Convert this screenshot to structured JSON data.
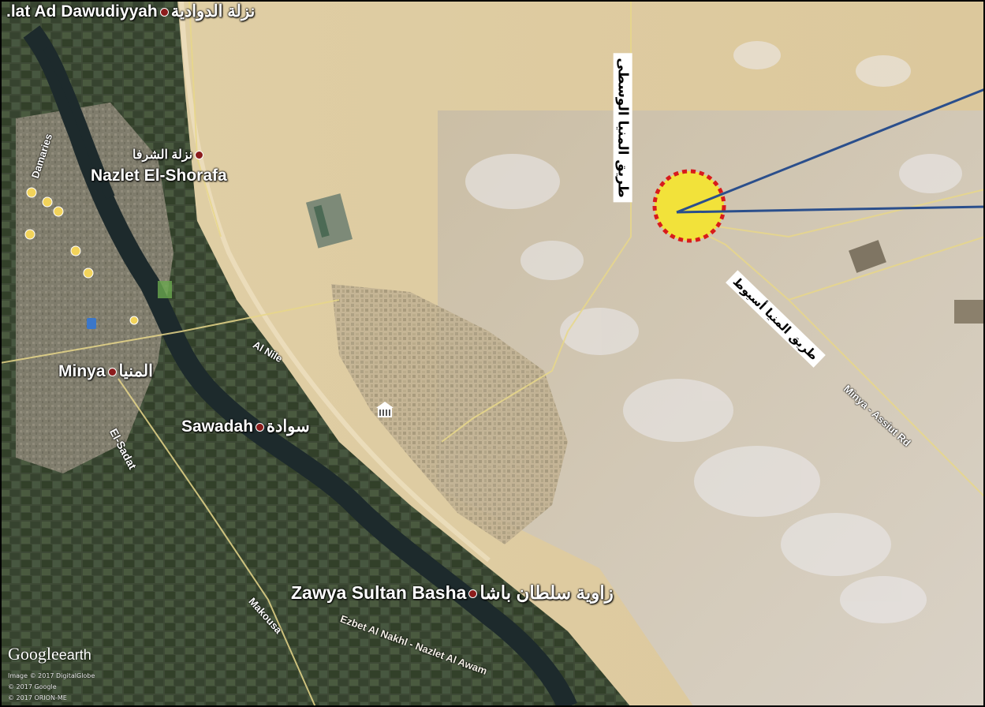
{
  "map": {
    "labels": {
      "dawudiyyah": ".lat Ad Dawudiyyah",
      "dawudiyyah_ar": "نزلة الدوادية",
      "nazlet_shorafa": "Nazlet El-Shorafa",
      "nazlet_shorafa_ar": "نزلة الشرفا",
      "minya": "Minya",
      "minya_ar": "المنيا",
      "sawadah": "Sawadah",
      "sawadah_ar": "سوادة",
      "zawya": "Zawya Sultan Basha",
      "zawya_ar": "زاوية سلطان باشا"
    },
    "roads": {
      "damaries": "Damaries",
      "el_sadat": "El-Sadat",
      "al_nile": "Al Nile",
      "makousa": "Makousa",
      "ezbet": "Ezbet Al Nakhl - Nazlet Al Awam",
      "assiut_rd": "Minya - Assiut Rd"
    },
    "callouts": {
      "middle_minya_road": "طريق المنيا الوسطى",
      "minya_assiut_road": "طريق المنيا أسيوط"
    },
    "branding": {
      "logo": "Google",
      "logo_suffix": "earth",
      "credit_1": "Image © 2017 DigitalGlobe",
      "credit_2": "© 2017 Google",
      "credit_3": "© 2017 ORION-ME"
    },
    "marker": {
      "fill_color": "#f2e23a",
      "border_color": "#d81b1b",
      "pointer_color": "#2b4f8c"
    }
  }
}
